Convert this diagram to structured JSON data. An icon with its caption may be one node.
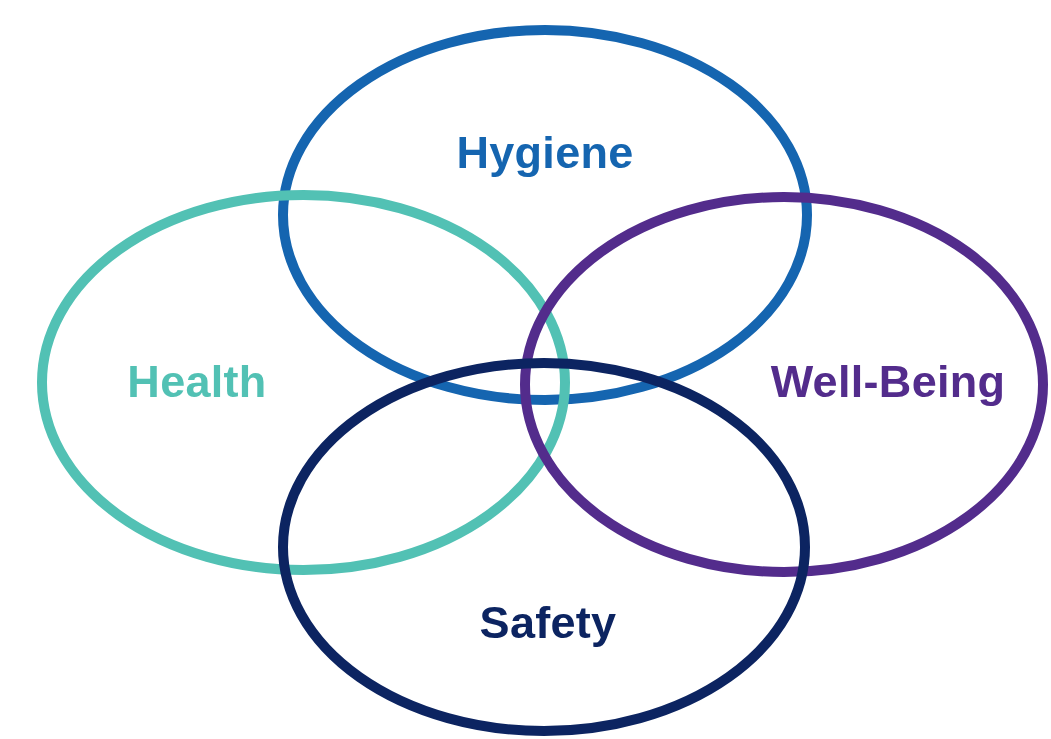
{
  "diagram": {
    "nodes": [
      {
        "text": [
          "Hygiene"
        ]
      },
      {
        "text": [
          "Health"
        ]
      },
      {
        "text": [
          "Well-Being"
        ]
      },
      {
        "text": [
          "Safety"
        ]
      }
    ]
  }
}
